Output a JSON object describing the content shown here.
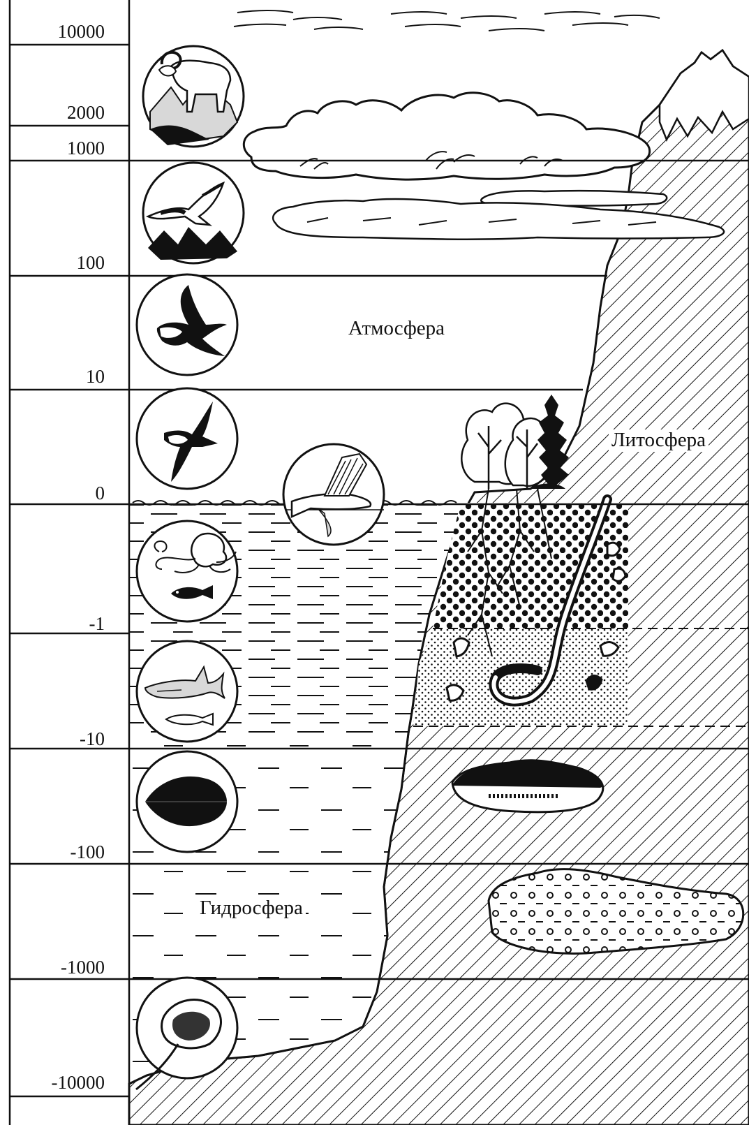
{
  "scale": {
    "labels": [
      "10000",
      "2000",
      "1000",
      "100",
      "10",
      "0",
      "-1",
      "-10",
      "-100",
      "-1000",
      "-10000"
    ]
  },
  "zones": {
    "atmosphere": "Атмосфера",
    "lithosphere": "Литосфера",
    "hydrosphere": "Гидросфера"
  },
  "organisms": [
    {
      "zone": "10000–1000",
      "name": "mountain-sheep-icon"
    },
    {
      "zone": "1000–100",
      "name": "eagle-icon"
    },
    {
      "zone": "100–10",
      "name": "swallow-icon"
    },
    {
      "zone": "10–0",
      "name": "albatross-icon"
    },
    {
      "zone": "0",
      "name": "flying-fish-icon"
    },
    {
      "zone": "0–-1",
      "name": "octopus-and-fish-icon"
    },
    {
      "zone": "-1–-10",
      "name": "shark-and-fish-icon"
    },
    {
      "zone": "-10–-100",
      "name": "flatfish-icon"
    },
    {
      "zone": "-1000–-10000",
      "name": "stingray-icon"
    }
  ],
  "colors": {
    "ink": "#111111",
    "paper": "#ffffff",
    "stipple": "#cfcfcf"
  }
}
